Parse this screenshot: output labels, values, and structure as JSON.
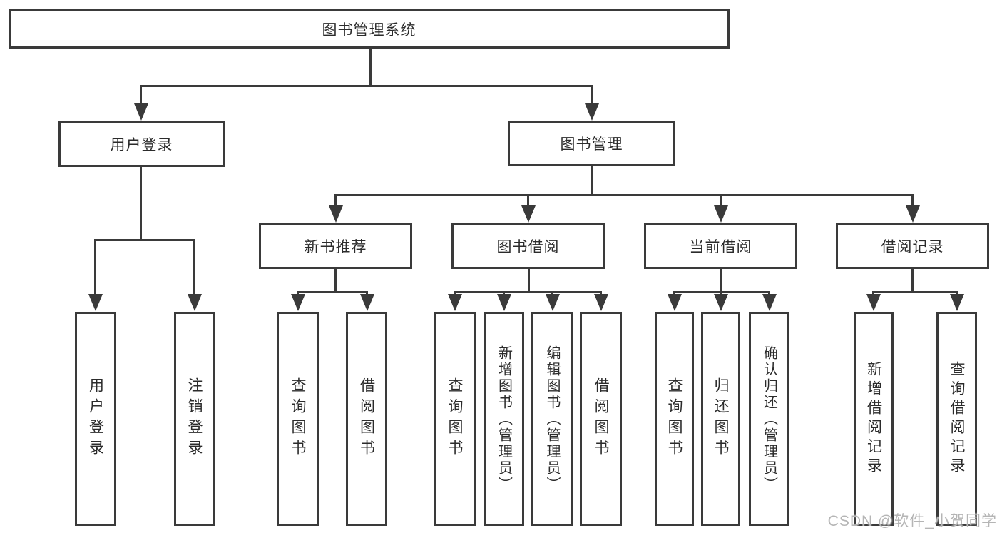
{
  "diagram": {
    "title": "图书管理系统",
    "nodes": {
      "root": {
        "label": "图书管理系统"
      },
      "user_login": {
        "label": "用户登录"
      },
      "book_management": {
        "label": "图书管理"
      },
      "new_book_recommendation": {
        "label": "新书推荐"
      },
      "book_borrowing": {
        "label": "图书借阅"
      },
      "current_borrowing": {
        "label": "当前借阅"
      },
      "borrowing_records": {
        "label": "借阅记录"
      },
      "leaf_user_login": {
        "label": "用户登录"
      },
      "leaf_logout": {
        "label": "注销登录"
      },
      "leaf_nb_query_books": {
        "label": "查询图书"
      },
      "leaf_nb_borrow_books": {
        "label": "借阅图书"
      },
      "leaf_bb_query_books": {
        "label": "查询图书"
      },
      "leaf_bb_add_books_admin": {
        "label": "新增图书（管理员）"
      },
      "leaf_bb_edit_books_admin": {
        "label": "编辑图书（管理员）"
      },
      "leaf_bb_borrow_books": {
        "label": "借阅图书"
      },
      "leaf_cb_query_books": {
        "label": "查询图书"
      },
      "leaf_cb_return_books": {
        "label": "归还图书"
      },
      "leaf_cb_confirm_return_admin": {
        "label": "确认归还（管理员）"
      },
      "leaf_br_add_record": {
        "label": "新增借阅记录"
      },
      "leaf_br_query_record": {
        "label": "查询借阅记录"
      }
    }
  },
  "watermark": {
    "text": "CSDN @软件_小贺同学",
    "color": "#b5b5b5"
  },
  "colors": {
    "line": "#3a3a3a",
    "box_border": "#3a3a3a",
    "text": "#2b2b2b",
    "background": "#ffffff"
  }
}
